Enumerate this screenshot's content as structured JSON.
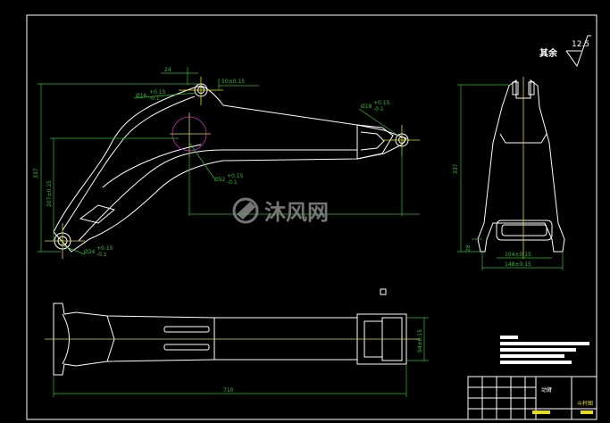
{
  "roughness": {
    "label": "其余",
    "value": "12.5"
  },
  "main_view": {
    "dim_top_offset": "24",
    "dim_top_hole": "50±0.15",
    "dim_hole_top": "Ø16",
    "dim_hole_top_tol": "+0.15\n-0.1",
    "dim_hole_right": "Ø18",
    "dim_hole_right_tol": "+0.15\n-0.1",
    "dim_hole_center": "Ø52",
    "dim_hole_center_tol": "+0.15\n-0.1",
    "dim_hole_bottom": "Ø24",
    "dim_hole_bottom_tol": "+0.15\n-0.1",
    "dim_height_total": "337",
    "dim_height_partial": "207±0.15"
  },
  "side_view": {
    "dim_height": "337",
    "dim_foot": "28",
    "dim_inner_width": "104±0.15",
    "dim_outer_width": "148±0.15"
  },
  "bottom_view": {
    "dim_length": "710",
    "dim_right_height": "94±0.15"
  },
  "watermark": {
    "text": "沐风网"
  },
  "title_block": {
    "name": "动臂",
    "code": "斗杆图"
  }
}
